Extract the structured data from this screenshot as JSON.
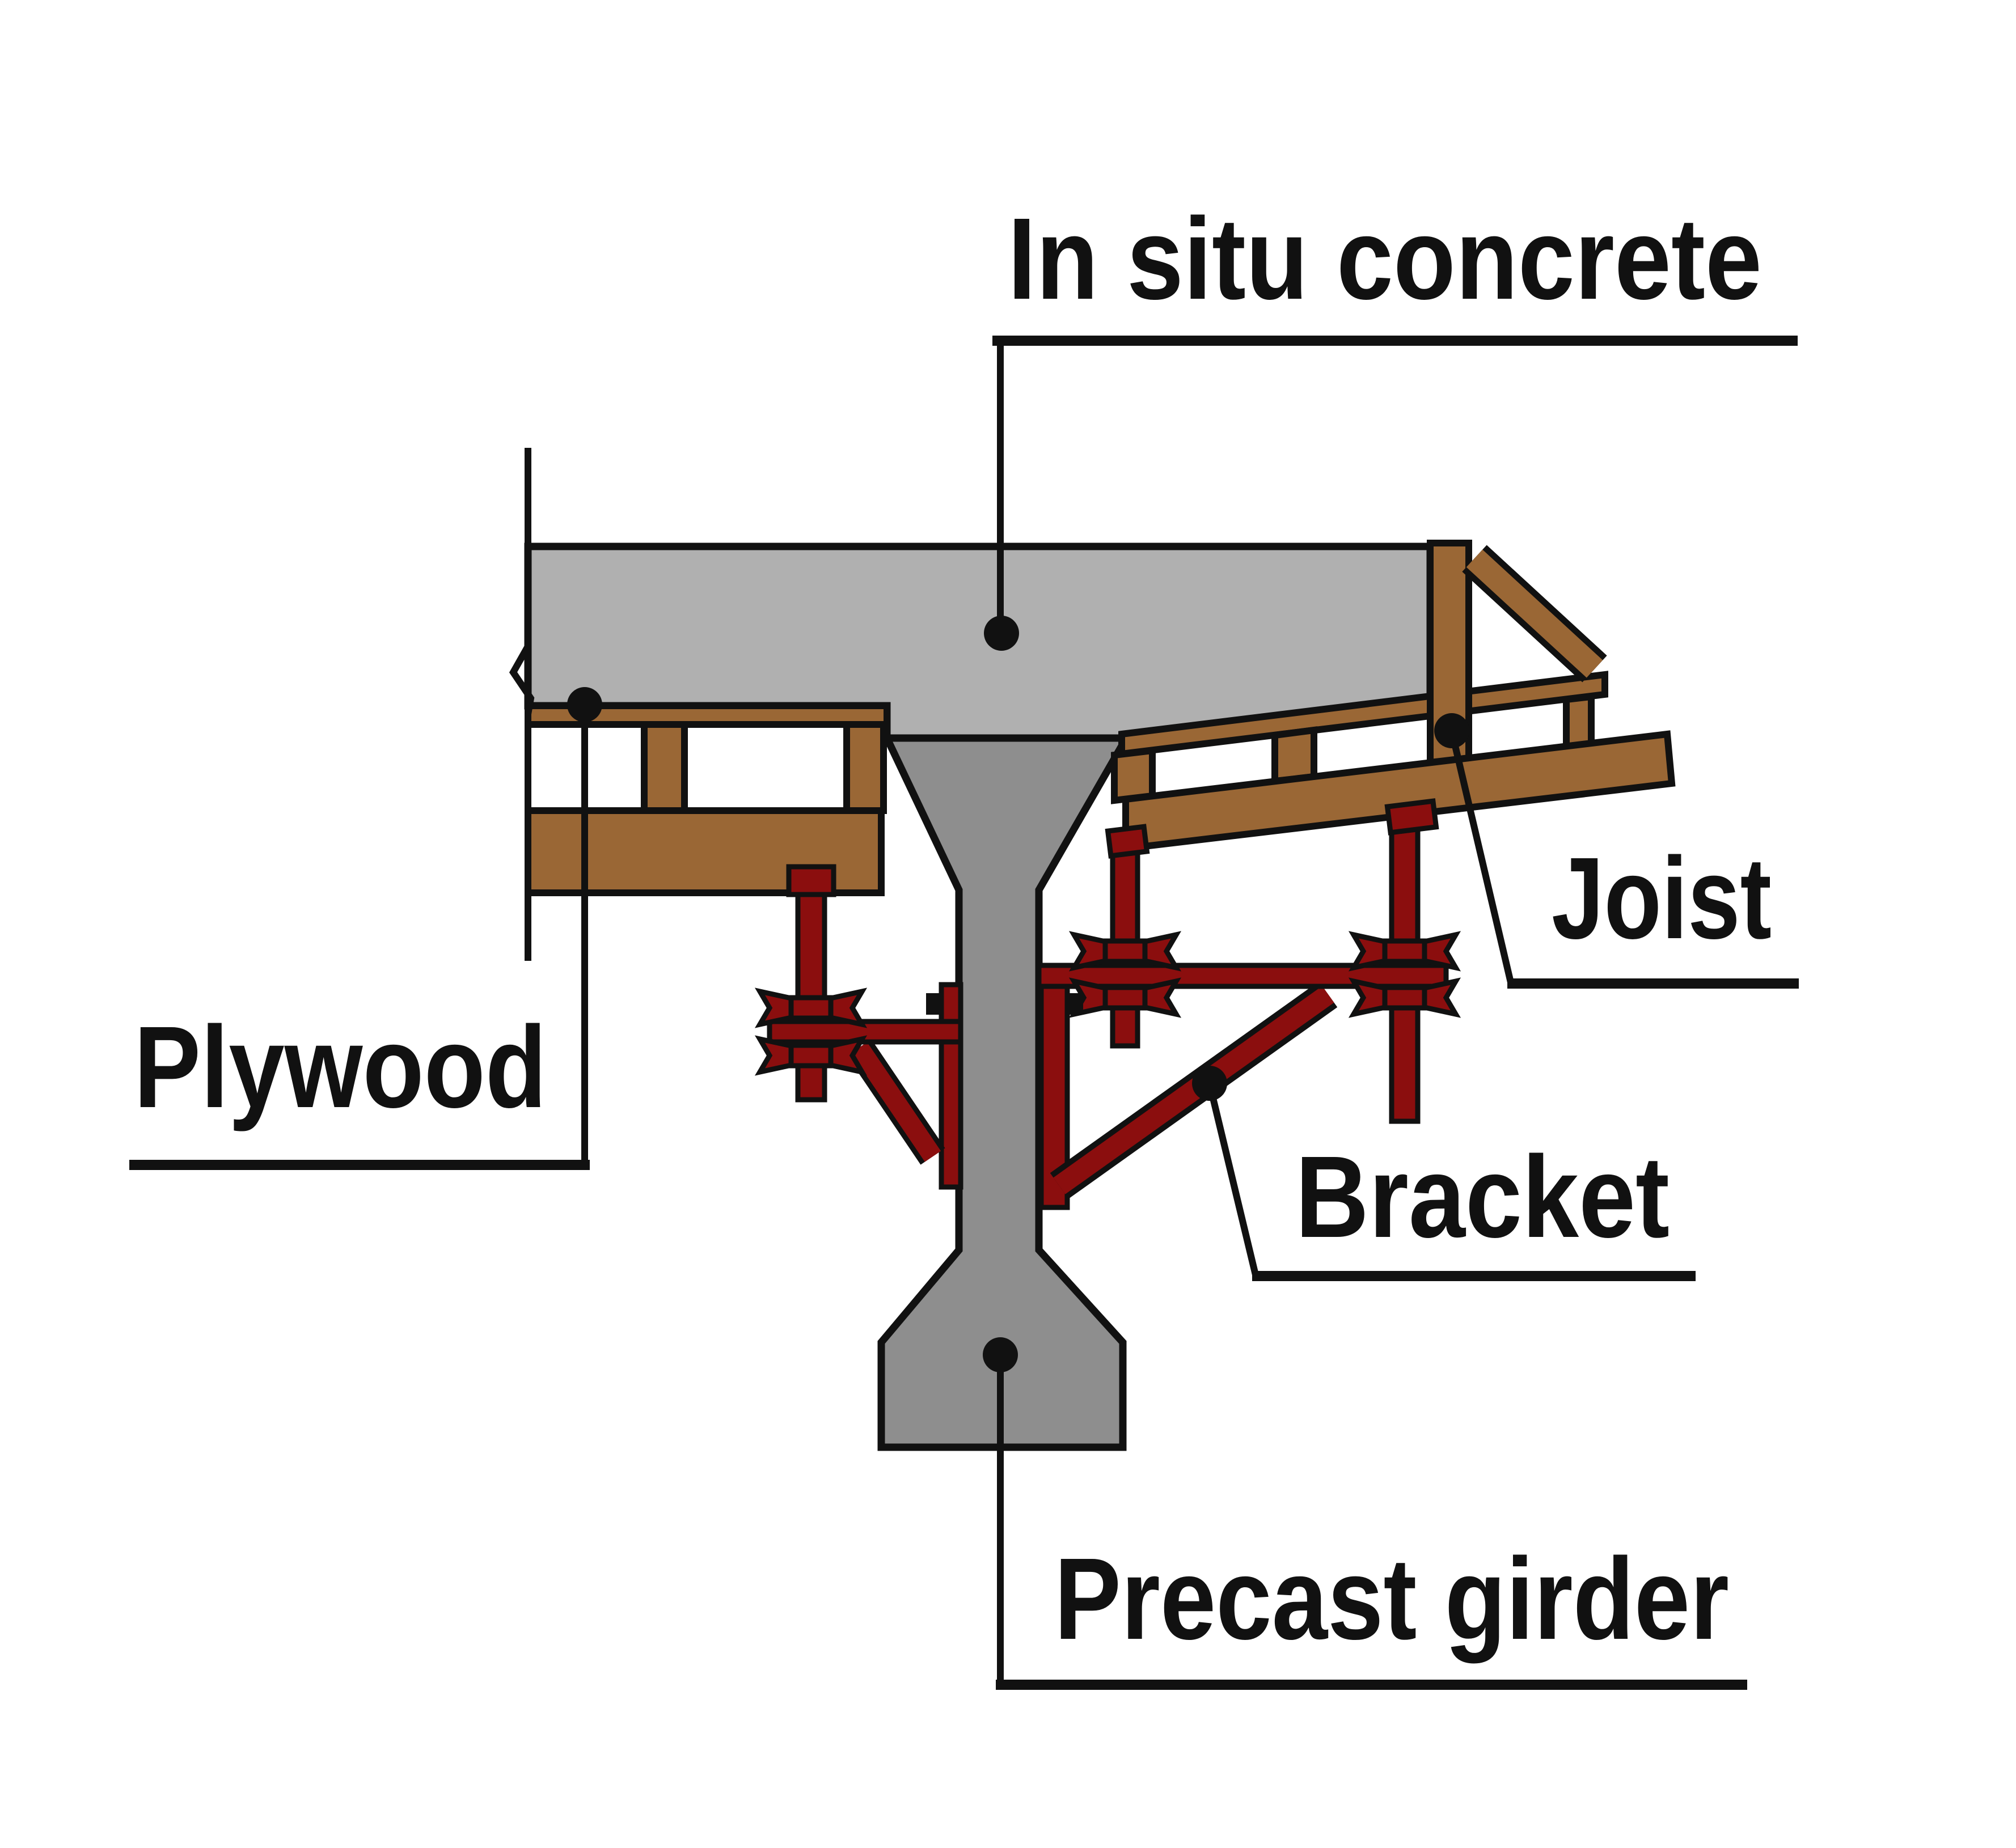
{
  "labels": {
    "concrete": "In situ concrete",
    "plywood": "Plywood",
    "joist": "Joist",
    "bracket": "Bracket",
    "girder": "Precast girder"
  },
  "colors": {
    "background": "#ffffff",
    "slab": "#b0b0b0",
    "girder": "#8e8e8e",
    "wood": "#9a6735",
    "steel": "#8b0e0e",
    "line": "#111111"
  }
}
